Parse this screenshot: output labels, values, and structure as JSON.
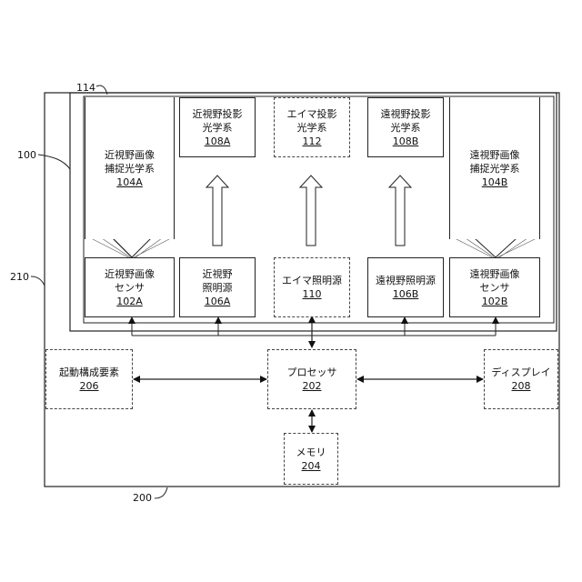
{
  "refs": {
    "r114": "114",
    "r100": "100",
    "r210": "210",
    "r200": "200"
  },
  "blocks": {
    "near_proj": {
      "label": [
        "近視野投影",
        "光学系"
      ],
      "num": "108A"
    },
    "aimer_proj": {
      "label": [
        "エイマ投影",
        "光学系"
      ],
      "num": "112"
    },
    "far_proj": {
      "label": [
        "遠視野投影",
        "光学系"
      ],
      "num": "108B"
    },
    "near_capture": {
      "label": [
        "近視野画像",
        "捕捉光学系"
      ],
      "num": "104A"
    },
    "far_capture": {
      "label": [
        "遠視野画像",
        "捕捉光学系"
      ],
      "num": "104B"
    },
    "near_sensor": {
      "label": [
        "近視野画像",
        "センサ"
      ],
      "num": "102A"
    },
    "near_illum": {
      "label": [
        "近視野",
        "照明源"
      ],
      "num": "106A"
    },
    "aimer_illum": {
      "label": [
        "エイマ照明源",
        ""
      ],
      "num": "110"
    },
    "far_illum": {
      "label": [
        "遠視野照明源",
        ""
      ],
      "num": "106B"
    },
    "far_sensor": {
      "label": [
        "遠視野画像",
        "センサ"
      ],
      "num": "102B"
    },
    "activation": {
      "label": "起動構成要素",
      "num": "206"
    },
    "processor": {
      "label": "プロセッサ",
      "num": "202"
    },
    "display": {
      "label": "ディスプレイ",
      "num": "208"
    },
    "memory": {
      "label": "メモリ",
      "num": "204"
    }
  }
}
